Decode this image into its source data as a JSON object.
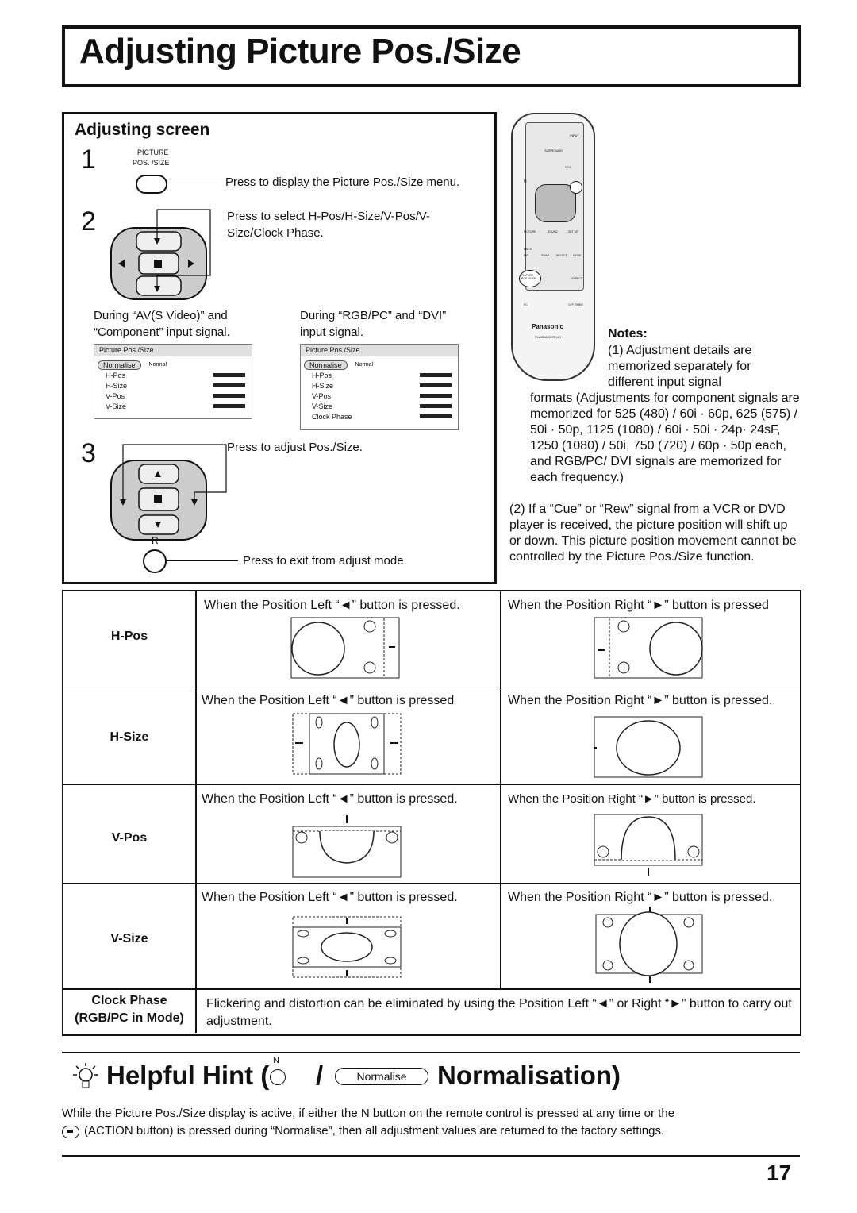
{
  "title": "Adjusting Picture Pos./Size",
  "adjusting": {
    "heading": "Adjusting screen",
    "step1": {
      "num": "1",
      "label_line1": "PICTURE",
      "label_line2": "POS. /SIZE",
      "text": "Press to display the Picture Pos./Size menu."
    },
    "step2": {
      "num": "2",
      "text": "Press to select H-Pos/H-Size/V-Pos/V-Size/Clock Phase."
    },
    "step3": {
      "num": "3",
      "text": "Press to adjust Pos./Size.",
      "r_label": "R",
      "exit_text": "Press to exit from adjust mode."
    },
    "osd_left": {
      "caption": "During “AV(S Video)” and “Component” input signal.",
      "title": "Picture Pos./Size",
      "normalise": "Normalise",
      "normal": "Normal",
      "items": [
        "H-Pos",
        "H-Size",
        "V-Pos",
        "V-Size"
      ]
    },
    "osd_right": {
      "caption": "During “RGB/PC” and “DVI” input signal.",
      "title": "Picture Pos./Size",
      "normalise": "Normalise",
      "normal": "Normal",
      "items": [
        "H-Pos",
        "H-Size",
        "V-Pos",
        "V-Size",
        "Clock Phase"
      ]
    }
  },
  "remote": {
    "input": "INPUT",
    "surround": "SURROUND",
    "vol": "VOL",
    "n": "N",
    "picture": "PICTURE",
    "sound": "SOUND",
    "setup": "SET UP",
    "multi": "MULTI",
    "pip": "PIP",
    "swap": "SWAP",
    "select": "SELECT",
    "move": "MOVE",
    "picture_pos": "PICTURE POS. /SIZE",
    "aspect": "ASPECT",
    "pc": "PC",
    "off_timer": "OFF TIMER",
    "brand": "Panasonic",
    "model": "PLASMA DISPLAY"
  },
  "notes": {
    "heading": "Notes:",
    "note1_a": "(1) Adjustment details are memorized separately for different input signal",
    "note1_b": "formats (Adjustments for component signals are memorized for 525 (480) / 60i · 60p, 625 (575) / 50i · 50p, 1125 (1080) / 60i · 50i · 24p· 24sF, 1250 (1080) / 50i, 750 (720) / 60p · 50p each, and RGB/PC/ DVI signals are memorized for each frequency.)",
    "note2": "(2) If a “Cue” or “Rew” signal from a VCR or DVD player is received, the picture position will shift up or down. This picture position movement cannot be controlled by the Picture Pos./Size function."
  },
  "table": {
    "rows": [
      {
        "label": "H-Pos",
        "left": "When the Position Left “◄” button is pressed.",
        "right": "When the Position Right “►” button is pressed"
      },
      {
        "label": "H-Size",
        "left": "When the Position Left “◄” button is pressed",
        "right": "When the Position Right “►” button is pressed."
      },
      {
        "label": "V-Pos",
        "left": "When the Position Left “◄” button is pressed.",
        "right": "When the Position Right “►” button is pressed."
      },
      {
        "label": "V-Size",
        "left": "When the Position Left “◄” button is pressed.",
        "right": "When the Position Right “►” button is pressed."
      }
    ],
    "clock_label1": "Clock Phase",
    "clock_label2": "(RGB/PC in Mode)",
    "clock_text": "Flickering and distortion can be eliminated by using the Position Left “◄” or Right “►” button to carry out adjustment."
  },
  "hint": {
    "prefix": "Helpful Hint (",
    "n": "N",
    "slash": "/",
    "normalise": "Normalise",
    "suffix": "Normalisation)",
    "body1": "While the Picture Pos./Size display is active, if either the N button on the remote control is pressed at any time or the",
    "body2": "(ACTION button) is pressed during “Normalise”, then all adjustment values are returned to the factory settings."
  },
  "page_number": "17"
}
